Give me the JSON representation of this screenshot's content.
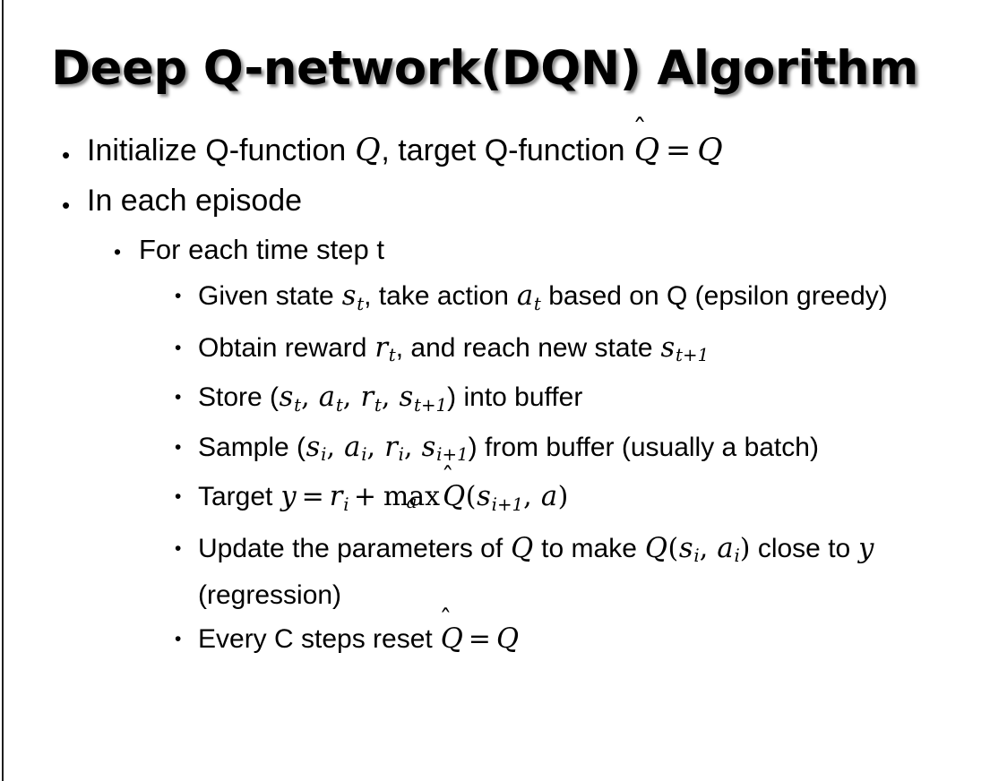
{
  "slide": {
    "title": "Deep Q-network(DQN) Algorithm",
    "background_color": "#ffffff",
    "text_color": "#000000",
    "left_rule_color": "#1d1d1d"
  },
  "bullets": {
    "b1": {
      "level": 1,
      "marker": "•",
      "pre": "Initialize Q-function ",
      "var_q1": "Q",
      "mid": ", target Q-function ",
      "qhat": "Q",
      "hat": "̂",
      "eq": "=",
      "var_q2": "Q"
    },
    "b2": {
      "level": 1,
      "marker": "•",
      "text": "In each episode"
    },
    "b3": {
      "level": 2,
      "marker": "•",
      "text": "For each time step t"
    },
    "b4": {
      "level": 3,
      "marker": "•",
      "pre": "Given state ",
      "s": "s",
      "s_sub": "t",
      "mid": ", take action ",
      "a": "a",
      "a_sub": "t",
      "post": " based on Q (epsilon greedy)"
    },
    "b5": {
      "level": 3,
      "marker": "•",
      "pre": "Obtain reward ",
      "r": "r",
      "r_sub": "t",
      "mid": ", and reach new state ",
      "s": "s",
      "s_sub": "t+1"
    },
    "b6": {
      "level": 3,
      "marker": "•",
      "pre": "Store (",
      "s": "s",
      "s_sub": "t",
      "c1": ", ",
      "a": "a",
      "a_sub": "t",
      "c2": ", ",
      "r": "r",
      "r_sub": "t",
      "c3": ", ",
      "s2": "s",
      "s2_sub": "t+1",
      "post": ") into buffer"
    },
    "b7": {
      "level": 3,
      "marker": "•",
      "pre": "Sample (",
      "s": "s",
      "s_sub": "i",
      "c1": ", ",
      "a": "a",
      "a_sub": "i",
      "c2": ", ",
      "r": "r",
      "r_sub": "i",
      "c3": ", ",
      "s2": "s",
      "s2_sub": "i+1",
      "post": ") from buffer (usually a batch)"
    },
    "b8": {
      "level": 3,
      "marker": "•",
      "pre": "Target ",
      "y": "y",
      "eq": "=",
      "r": "r",
      "r_sub": "i",
      "plus": "+",
      "max_op": "max",
      "max_sub": "a",
      "qhat": "Q",
      "hat": "̂",
      "open": "(",
      "s": "s",
      "s_sub": "i+1",
      "comma": ", ",
      "a": "a",
      "close": ")"
    },
    "b9": {
      "level": 3,
      "marker": "•",
      "pre": "Update the parameters of ",
      "q1": "Q",
      "mid": " to make ",
      "q2": "Q",
      "open": "(",
      "s": "s",
      "s_sub": "i",
      "comma": ", ",
      "a": "a",
      "a_sub": "i",
      "close": ")",
      "post": " close to ",
      "y": "y",
      "tail": " (regression)"
    },
    "b10": {
      "level": 3,
      "marker": "•",
      "pre": "Every C steps reset ",
      "qhat": "Q",
      "hat": "̂",
      "eq": "=",
      "q": "Q"
    }
  }
}
